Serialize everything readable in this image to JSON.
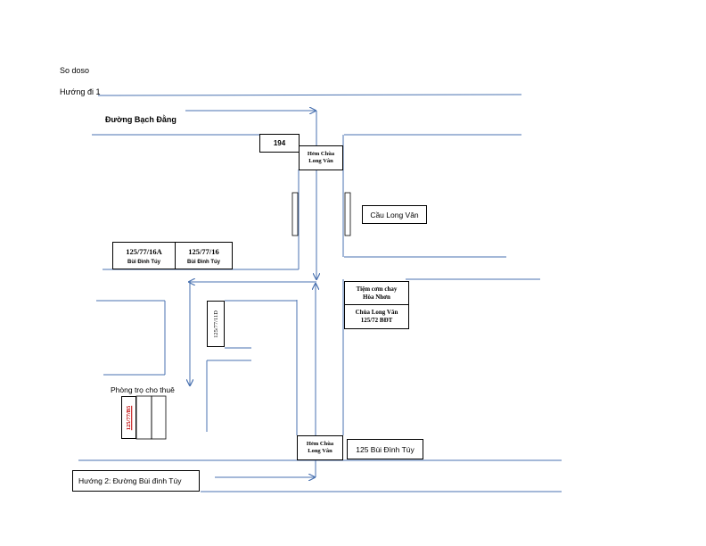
{
  "header": {
    "title": "So doso",
    "route1": "Hướng đi 1"
  },
  "streets": {
    "bach_dang": "Đường Bạch Đằng"
  },
  "labels": {
    "house_194": "194",
    "hem_top_line1": "Hẻm Chùa",
    "hem_top_line2": "Long Vân",
    "cau_long_van": "Cầu Long Vân",
    "addr_16a_num": "125/77/16A",
    "addr_16a_street": "Bùi Đình Túy",
    "addr_16_num": "125/77/16",
    "addr_16_street": "Bùi Đình Túy",
    "restaurant_line1": "Tiệm cơm chay",
    "restaurant_line2": "Hòa Nhơn",
    "pagoda_line1": "Chùa Long Vân",
    "pagoda_line2": "125/72 BĐT",
    "addr_11d": "125/77/11D",
    "rooms_for_rent": "Phòng trọ cho thuê",
    "addr_red": "125/77/B5",
    "hem_bottom_line1": "Hẻm Chùa",
    "hem_bottom_line2": "Long Vân",
    "addr_125": "125 Bùi Đình Túy",
    "route2": "Hướng 2: Đường Bùi đình Túy"
  },
  "colors": {
    "road": "#4a72b0",
    "arrow": "#4a72b0",
    "box_border": "#000000",
    "red_text": "#c00000"
  }
}
